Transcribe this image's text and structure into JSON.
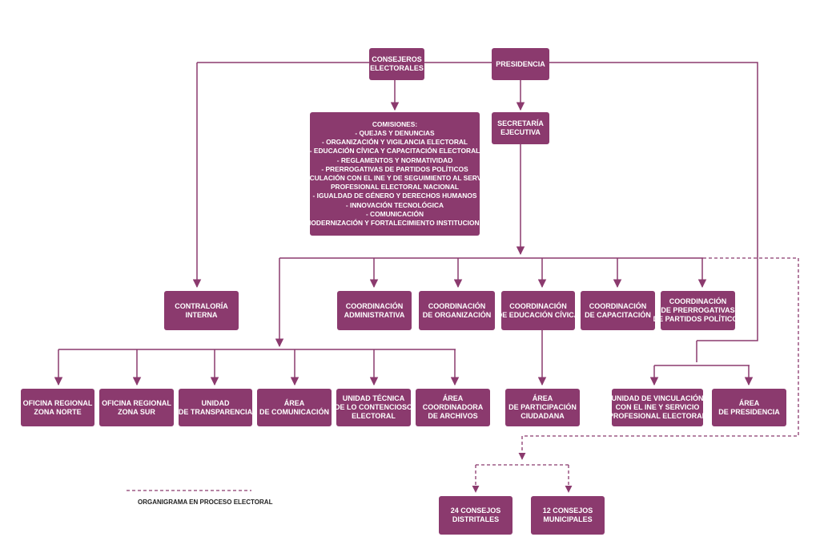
{
  "colors": {
    "box": "#8b3a6e",
    "line": "#8b3a6e"
  },
  "nodes": {
    "consejeros": [
      "CONSEJEROS",
      "ELECTORALES"
    ],
    "presidencia": [
      "PRESIDENCIA"
    ],
    "comisiones": [
      "COMISIONES:",
      "- QUEJAS Y DENUNCIAS",
      "- ORGANIZACIÓN Y VIGILANCIA ELECTORAL",
      "- EDUCACIÓN CÍVICA Y CAPACITACIÓN ELECTORAL",
      "- REGLAMENTOS Y NORMATIVIDAD",
      "- PRERROGATIVAS DE PARTIDOS POLÍTICOS",
      "- VINCULACIÓN CON EL INE Y DE SEGUIMIENTO AL SERVICIO",
      "PROFESIONAL ELECTORAL NACIONAL",
      "- IGUALDAD DE GÉNERO Y DERECHOS HUMANOS",
      "- INNOVACIÓN TECNOLÓGICA",
      "- COMUNICACIÓN",
      "- MODERNIZACIÓN Y FORTALECIMIENTO INSTITUCIONAL"
    ],
    "secretaria": [
      "SECRETARÍA",
      "EJECUTIVA"
    ],
    "contraloria": [
      "CONTRALORÍA",
      "INTERNA"
    ],
    "coord_admin": [
      "COORDINACIÓN",
      "ADMINISTRATIVA"
    ],
    "coord_org": [
      "COORDINACIÓN",
      "DE ORGANIZACIÓN"
    ],
    "coord_edu": [
      "COORDINACIÓN",
      "DE EDUCACIÓN CÍVICA"
    ],
    "coord_cap": [
      "COORDINACIÓN",
      "DE CAPACITACIÓN"
    ],
    "coord_prerr": [
      "COORDINACIÓN",
      "DE PRERROGATIVAS",
      "DE PARTIDOS POLÍTICOS"
    ],
    "of_norte": [
      "OFICINA REGIONAL",
      "ZONA NORTE"
    ],
    "of_sur": [
      "OFICINA REGIONAL",
      "ZONA SUR"
    ],
    "transparencia": [
      "UNIDAD",
      "DE TRANSPARENCIA"
    ],
    "comunicacion": [
      "ÁREA",
      "DE COMUNICACIÓN"
    ],
    "contencioso": [
      "UNIDAD TÉCNICA",
      "DE LO CONTENCIOSO",
      "ELECTORAL"
    ],
    "archivos": [
      "ÁREA",
      "COORDINADORA",
      "DE ARCHIVOS"
    ],
    "participacion": [
      "ÁREA",
      "DE PARTICIPACIÓN",
      "CIUDADANA"
    ],
    "vinculacion": [
      "UNIDAD DE VINCULACIÓN",
      "CON EL INE Y SERVICIO",
      "PROFESIONAL ELECTORAL"
    ],
    "area_presidencia": [
      "ÁREA",
      "DE PRESIDENCIA"
    ],
    "distritales": [
      "24 CONSEJOS",
      "DISTRITALES"
    ],
    "municipales": [
      "12 CONSEJOS",
      "MUNICIPALES"
    ]
  },
  "legend": {
    "label": "ORGANIGRAMA EN PROCESO ELECTORAL"
  }
}
